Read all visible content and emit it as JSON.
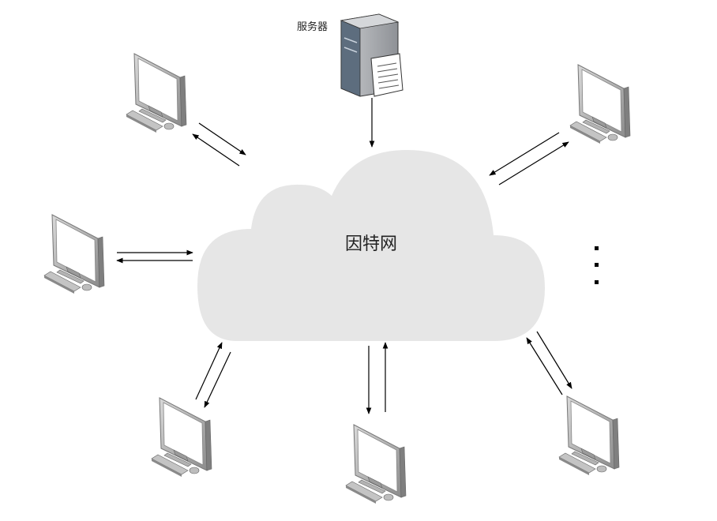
{
  "diagram": {
    "cloud": {
      "label": "因特网",
      "fill": "#e6e6e6"
    },
    "server": {
      "label": "服务器"
    },
    "more_indicator": "⋮",
    "colors": {
      "arrow": "#000000",
      "monitor_frame": "#9a9a9a",
      "monitor_screen": "#ffffff",
      "server_body": "#a7a9ac",
      "server_front": "#5d6d7e"
    },
    "terminals": [
      {
        "name": "computer-top-left"
      },
      {
        "name": "computer-top-right"
      },
      {
        "name": "computer-middle-left"
      },
      {
        "name": "computer-bottom-left"
      },
      {
        "name": "computer-bottom-center"
      },
      {
        "name": "computer-bottom-right"
      }
    ]
  }
}
